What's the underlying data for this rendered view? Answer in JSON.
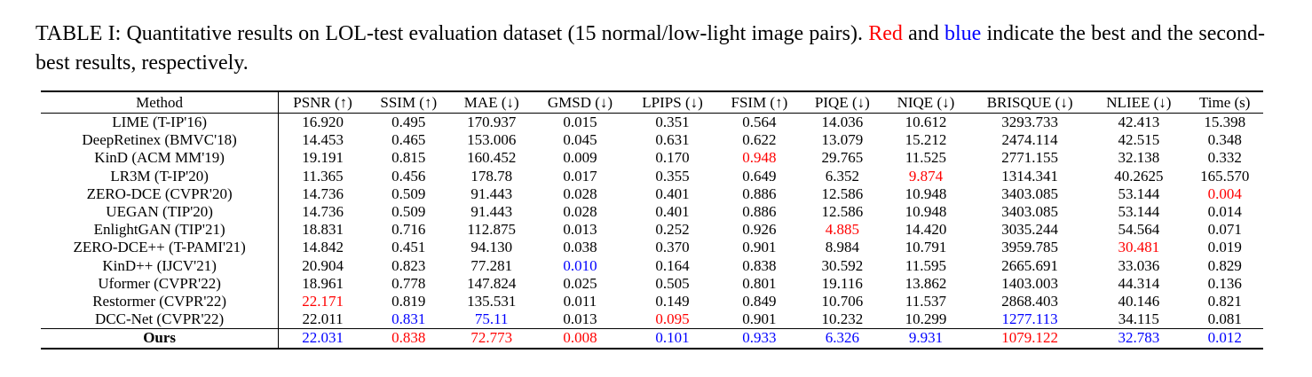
{
  "caption": {
    "prefix": "TABLE I: Quantitative results on LOL-test evaluation dataset (15 normal/low-light image pairs).",
    "red_word": "Red",
    "and_word": "and",
    "blue_word": "blue",
    "suffix": "indicate the best and the second-best results, respectively."
  },
  "colors": {
    "best": "#ff0000",
    "second": "#0000ff"
  },
  "table": {
    "headers": [
      "Method",
      "PSNR (↑)",
      "SSIM (↑)",
      "MAE (↓)",
      "GMSD (↓)",
      "LPIPS (↓)",
      "FSIM (↑)",
      "PIQE (↓)",
      "NIQE (↓)",
      "BRISQUE (↓)",
      "NLIEE (↓)",
      "Time (s)"
    ],
    "rows": [
      {
        "cells": [
          "LIME (T-IP'16)",
          "16.920",
          "0.495",
          "170.937",
          "0.015",
          "0.351",
          "0.564",
          "14.036",
          "10.612",
          "3293.733",
          "42.413",
          "15.398"
        ],
        "marks": [
          "",
          "",
          "",
          "",
          "",
          "",
          "",
          "",
          "",
          "",
          "",
          ""
        ]
      },
      {
        "cells": [
          "DeepRetinex (BMVC'18)",
          "14.453",
          "0.465",
          "153.006",
          "0.045",
          "0.631",
          "0.622",
          "13.079",
          "15.212",
          "2474.114",
          "42.515",
          "0.348"
        ],
        "marks": [
          "",
          "",
          "",
          "",
          "",
          "",
          "",
          "",
          "",
          "",
          "",
          ""
        ]
      },
      {
        "cells": [
          "KinD (ACM MM'19)",
          "19.191",
          "0.815",
          "160.452",
          "0.009",
          "0.170",
          "0.948",
          "29.765",
          "11.525",
          "2771.155",
          "32.138",
          "0.332"
        ],
        "marks": [
          "",
          "",
          "",
          "",
          "",
          "",
          "red",
          "",
          "",
          "",
          "",
          ""
        ]
      },
      {
        "cells": [
          "LR3M (T-IP'20)",
          "11.365",
          "0.456",
          "178.78",
          "0.017",
          "0.355",
          "0.649",
          "6.352",
          "9.874",
          "1314.341",
          "40.2625",
          "165.570"
        ],
        "marks": [
          "",
          "",
          "",
          "",
          "",
          "",
          "",
          "",
          "red",
          "",
          "",
          ""
        ]
      },
      {
        "cells": [
          "ZERO-DCE (CVPR'20)",
          "14.736",
          "0.509",
          "91.443",
          "0.028",
          "0.401",
          "0.886",
          "12.586",
          "10.948",
          "3403.085",
          "53.144",
          "0.004"
        ],
        "marks": [
          "",
          "",
          "",
          "",
          "",
          "",
          "",
          "",
          "",
          "",
          "",
          "red"
        ]
      },
      {
        "cells": [
          "UEGAN (TIP'20)",
          "14.736",
          "0.509",
          "91.443",
          "0.028",
          "0.401",
          "0.886",
          "12.586",
          "10.948",
          "3403.085",
          "53.144",
          "0.014"
        ],
        "marks": [
          "",
          "",
          "",
          "",
          "",
          "",
          "",
          "",
          "",
          "",
          "",
          ""
        ]
      },
      {
        "cells": [
          "EnlightGAN (TIP'21)",
          "18.831",
          "0.716",
          "112.875",
          "0.013",
          "0.252",
          "0.926",
          "4.885",
          "14.420",
          "3035.244",
          "54.564",
          "0.071"
        ],
        "marks": [
          "",
          "",
          "",
          "",
          "",
          "",
          "",
          "red",
          "",
          "",
          "",
          ""
        ]
      },
      {
        "cells": [
          "ZERO-DCE++ (T-PAMI'21)",
          "14.842",
          "0.451",
          "94.130",
          "0.038",
          "0.370",
          "0.901",
          "8.984",
          "10.791",
          "3959.785",
          "30.481",
          "0.019"
        ],
        "marks": [
          "",
          "",
          "",
          "",
          "",
          "",
          "",
          "",
          "",
          "",
          "red",
          ""
        ]
      },
      {
        "cells": [
          "KinD++ (IJCV'21)",
          "20.904",
          "0.823",
          "77.281",
          "0.010",
          "0.164",
          "0.838",
          "30.592",
          "11.595",
          "2665.691",
          "33.036",
          "0.829"
        ],
        "marks": [
          "",
          "",
          "",
          "",
          "blue",
          "",
          "",
          "",
          "",
          "",
          "",
          ""
        ]
      },
      {
        "cells": [
          "Uformer (CVPR'22)",
          "18.961",
          "0.778",
          "147.824",
          "0.025",
          "0.505",
          "0.801",
          "19.116",
          "13.862",
          "1403.003",
          "44.314",
          "0.136"
        ],
        "marks": [
          "",
          "",
          "",
          "",
          "",
          "",
          "",
          "",
          "",
          "",
          "",
          ""
        ]
      },
      {
        "cells": [
          "Restormer (CVPR'22)",
          "22.171",
          "0.819",
          "135.531",
          "0.011",
          "0.149",
          "0.849",
          "10.706",
          "11.537",
          "2868.403",
          "40.146",
          "0.821"
        ],
        "marks": [
          "",
          "red",
          "",
          "",
          "",
          "",
          "",
          "",
          "",
          "",
          "",
          ""
        ]
      },
      {
        "cells": [
          "DCC-Net (CVPR'22)",
          "22.011",
          "0.831",
          "75.11",
          "0.013",
          "0.095",
          "0.901",
          "10.232",
          "10.299",
          "1277.113",
          "34.115",
          "0.081"
        ],
        "marks": [
          "",
          "",
          "blue",
          "blue",
          "",
          "red",
          "",
          "",
          "",
          "blue",
          "",
          ""
        ]
      },
      {
        "cells": [
          "Ours",
          "22.031",
          "0.838",
          "72.773",
          "0.008",
          "0.101",
          "0.933",
          "6.326",
          "9.931",
          "1079.122",
          "32.783",
          "0.012"
        ],
        "marks": [
          "bold",
          "blue",
          "red",
          "red",
          "red",
          "blue",
          "blue",
          "blue",
          "blue",
          "red",
          "blue",
          "blue"
        ]
      }
    ]
  }
}
